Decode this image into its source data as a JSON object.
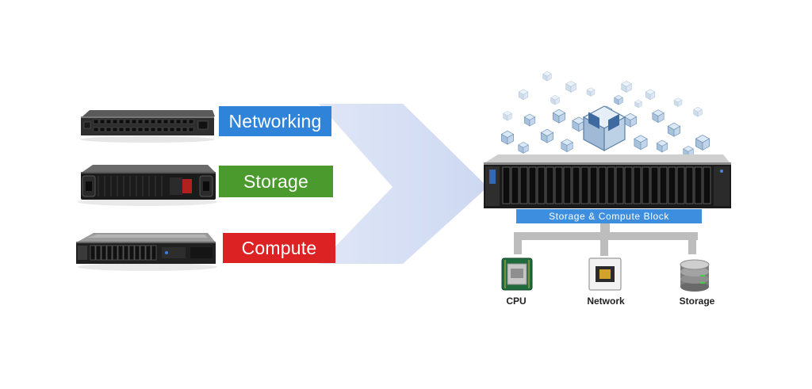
{
  "inputs": {
    "networking": "Networking",
    "storage": "Storage",
    "compute": "Compute"
  },
  "converged": {
    "block_label": "Storage & Compute Block"
  },
  "resources": {
    "cpu": "CPU",
    "network": "Network",
    "storage": "Storage"
  },
  "colors": {
    "networking": "#2f83d8",
    "storage": "#4a9a2e",
    "compute": "#dc2222",
    "block_label": "#3e8ee0",
    "arrow": "#d6e0f5",
    "connector": "#bdbdbd"
  },
  "icons": {
    "vm_cloud": "virtual-machine-cube-icons",
    "cpu": "cpu-chip-icon",
    "network": "ethernet-port-icon",
    "storage": "database-icon"
  }
}
